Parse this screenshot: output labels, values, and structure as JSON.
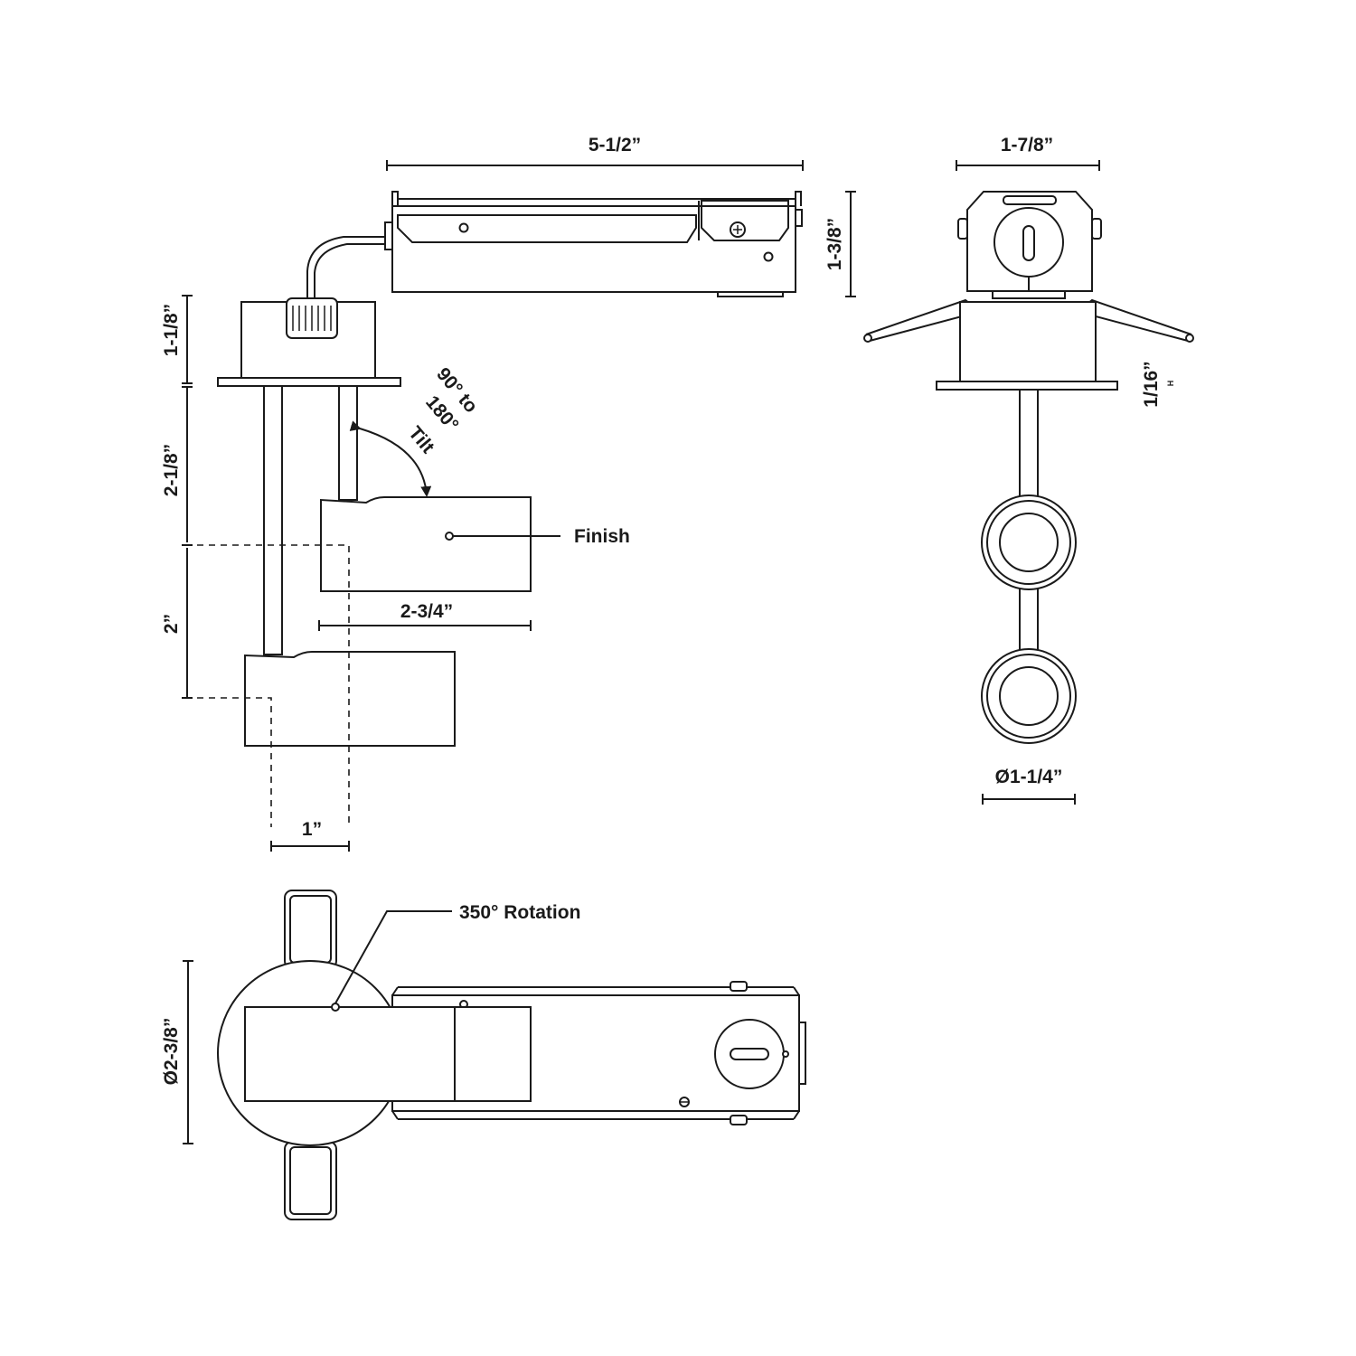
{
  "dimensions": {
    "top_length": "5-1/2”",
    "top_height": "1-3/8”",
    "side_width": "1-7/8”",
    "can_height": "1-1/8”",
    "upper_drop": "2-1/8”",
    "lower_drop": "2”",
    "head_length": "2-3/4”",
    "offset": "1”",
    "flange": "1/16”",
    "flange_sub": "H",
    "lens_dia": "Ø1-1/4”",
    "plan_dia": "Ø2-3/8”"
  },
  "annotations": {
    "tilt_range_line1": "90° to",
    "tilt_range_line2": "180°",
    "tilt_word": "Tilt",
    "finish": "Finish",
    "rotation": "350° Rotation"
  }
}
